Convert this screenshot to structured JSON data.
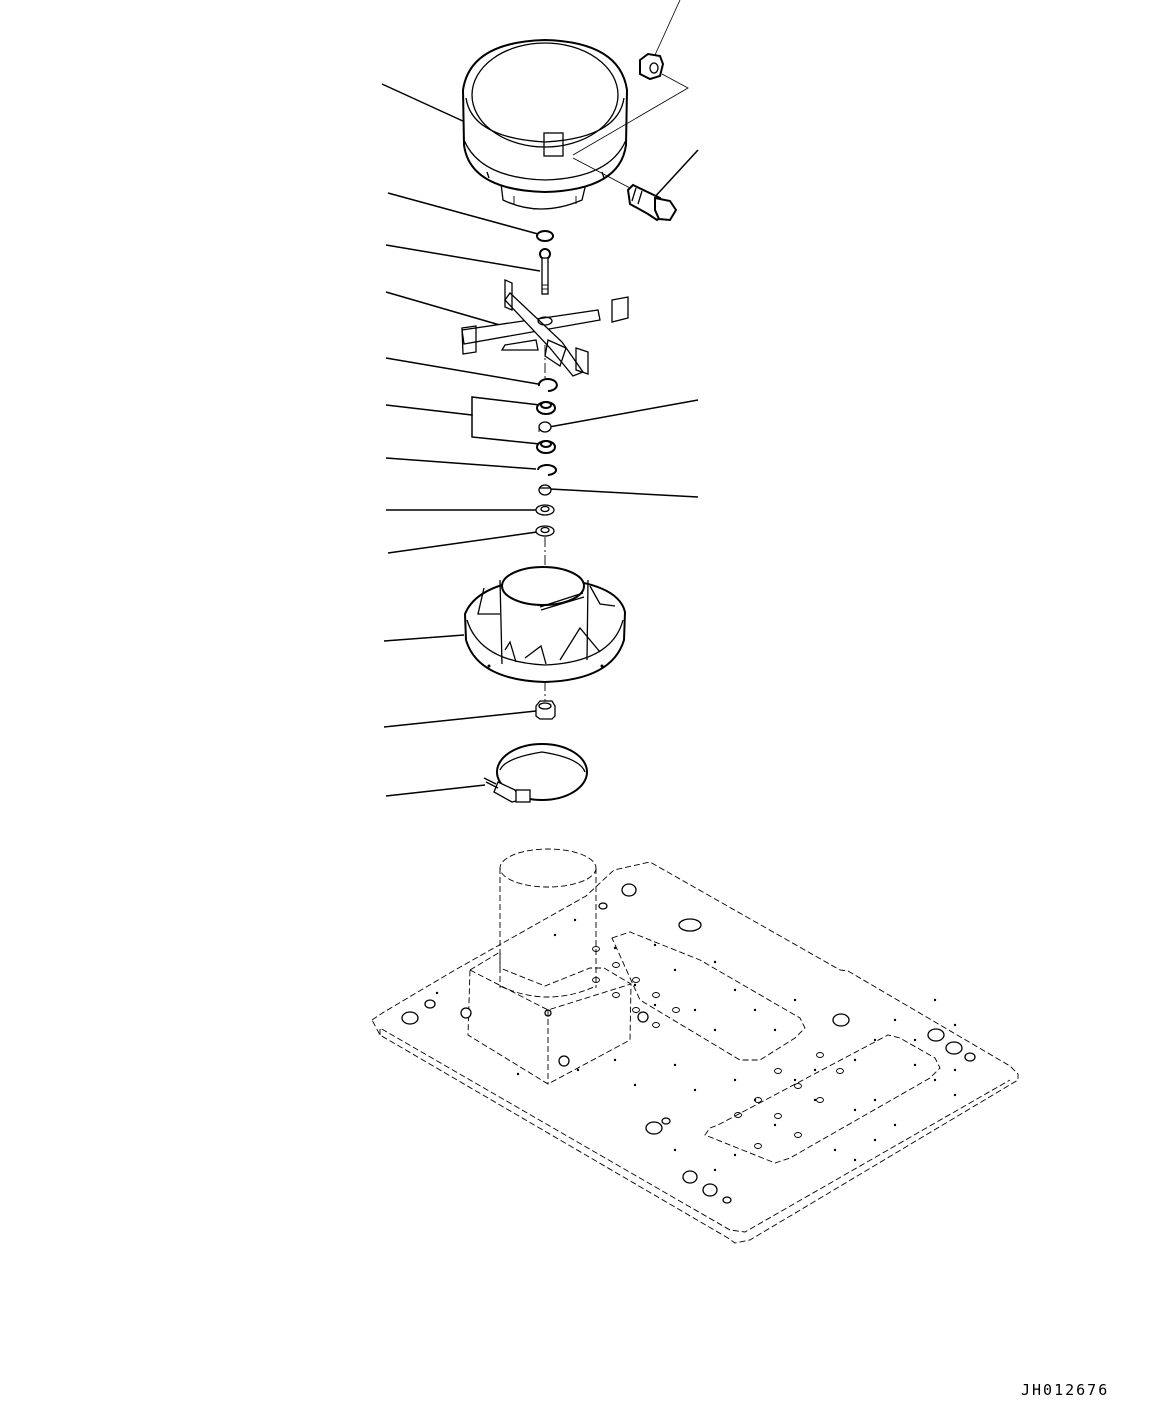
{
  "drawing": {
    "type": "exploded-parts-view",
    "drawing_code": "JH012676",
    "background": "#ffffff",
    "line_color": "#000000"
  },
  "parts": [
    {
      "id": "cap-cover",
      "name": "Pre-cleaner cap / cover",
      "label_line": "left"
    },
    {
      "id": "hex-nut-top",
      "name": "Hex nut",
      "label_line": "top-right"
    },
    {
      "id": "hex-bolt",
      "name": "Hex bolt",
      "label_line": "right"
    },
    {
      "id": "cap-seal",
      "name": "Cap / seal",
      "label_line": "left"
    },
    {
      "id": "shaft-bolt",
      "name": "Shaft bolt",
      "label_line": "left"
    },
    {
      "id": "impeller-blade",
      "name": "Impeller blade (cross)",
      "label_line": "left"
    },
    {
      "id": "snap-ring-upper",
      "name": "Snap ring",
      "label_line": "left"
    },
    {
      "id": "bearing-pair",
      "name": "Bearings (x2)",
      "label_line": "left-bracket"
    },
    {
      "id": "spacer-upper",
      "name": "Spacer",
      "label_line": "right"
    },
    {
      "id": "snap-ring-lower",
      "name": "Snap ring",
      "label_line": "left"
    },
    {
      "id": "collar",
      "name": "Collar",
      "label_line": "right"
    },
    {
      "id": "washer-1",
      "name": "Washer",
      "label_line": "left"
    },
    {
      "id": "washer-2",
      "name": "Washer",
      "label_line": "left"
    },
    {
      "id": "fan-housing",
      "name": "Fan housing with vanes",
      "label_line": "left"
    },
    {
      "id": "hex-nut-bottom",
      "name": "Hex nut",
      "label_line": "left"
    },
    {
      "id": "hose-clamp",
      "name": "Hose clamp",
      "label_line": "left"
    },
    {
      "id": "intake-pipe-base",
      "name": "Intake pipe on mounting plate (reference, dashed)",
      "label_line": "none"
    }
  ]
}
